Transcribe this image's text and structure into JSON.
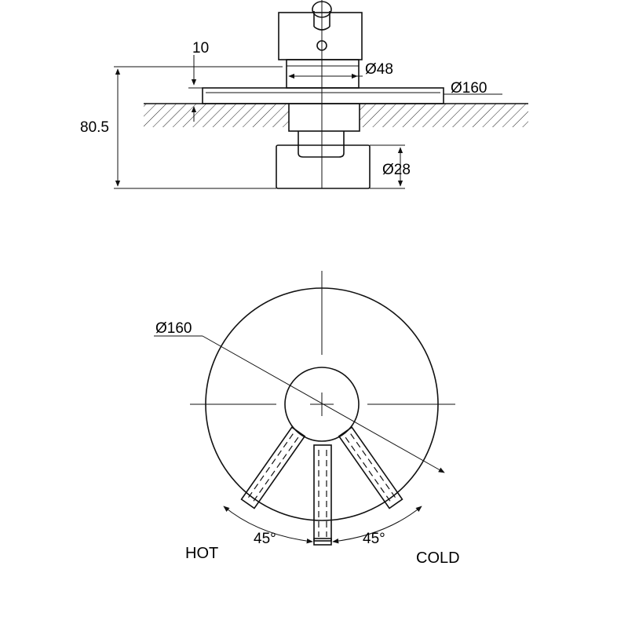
{
  "side_view": {
    "dim_height": "80.5",
    "dim_offset": "10",
    "dim_body": "Ø48",
    "dim_plate": "Ø160",
    "dim_handle": "Ø28"
  },
  "front_view": {
    "dim_plate": "Ø160",
    "angle_left": "45°",
    "angle_right": "45°",
    "label_hot": "HOT",
    "label_cold": "COLD"
  }
}
